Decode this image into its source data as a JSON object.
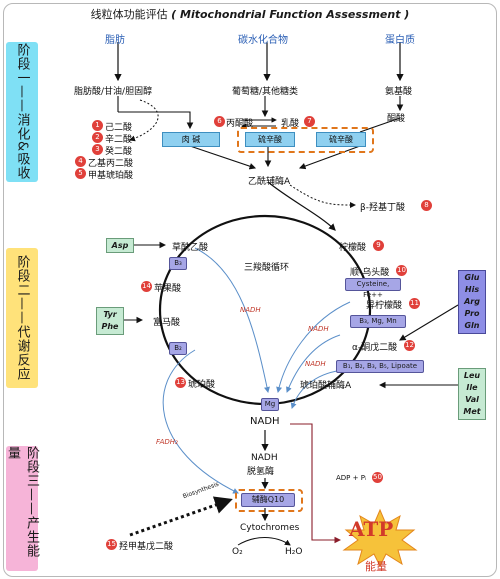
{
  "title": {
    "cn": "线粒体功能评估",
    "en": "( Mitochondrial Function Assessment )"
  },
  "stages": {
    "s1": {
      "label": "阶段一——消化&吸收",
      "color": "#7fe0f5"
    },
    "s2": {
      "label": "阶段二——代谢反应",
      "color": "#ffe27a"
    },
    "s3": {
      "label": "阶段三——产生能量",
      "color": "#f6b4d8"
    }
  },
  "sources": {
    "fat": "脂肪",
    "carb": "碳水化合物",
    "protein": "蛋白质"
  },
  "stage1": {
    "fat_products": "脂肪酸/甘油/胆固醇",
    "carb_products": "葡萄糖/其他糖类",
    "protein_products": "氨基酸",
    "keto_acid": "酮酸",
    "pyruvate": "丙酮酸",
    "lactate": "乳酸",
    "carnitine": "肉 碱",
    "lipoic_1": "硫辛酸",
    "lipoic_2": "硫辛酸",
    "acetyl_coa": "乙酰辅酶A",
    "bhb": "β-羟基丁酸",
    "fatty_markers": [
      {
        "num": "1",
        "name": "己二酸"
      },
      {
        "num": "2",
        "name": "辛二酸"
      },
      {
        "num": "3",
        "name": "癸二酸"
      },
      {
        "num": "4",
        "name": "乙基丙二酸"
      },
      {
        "num": "5",
        "name": "甲基琥珀酸"
      }
    ],
    "num_pyruvate": "6",
    "num_lactate": "7",
    "num_bhb": "8"
  },
  "cycle": {
    "name": "三羧酸循环",
    "oxaloacetate": "草酰乙酸",
    "citrate": "柠檬酸",
    "cis_aconitate": "顺-乌头酸",
    "isocitrate": "异柠檬酸",
    "akg": "α-酮戊二酸",
    "succinyl_coa": "琥珀酸辅酶A",
    "succinate": "琥珀酸",
    "fumarate": "富马酸",
    "malate": "苹果酸",
    "num_citrate": "9",
    "num_cis": "10",
    "num_iso": "11",
    "num_akg": "12",
    "num_succinate": "13",
    "num_malate": "14",
    "nadh_label": "NADH",
    "fadh_label": "FADH₂"
  },
  "cofactors": {
    "b3": "B₃",
    "b2": "B₂",
    "cysteine": "Cysteine, Fe++",
    "b3mgmn": "B₃, Mg, Mn",
    "b1set": "B₁, B₂, B₃, B₅, Lipoate",
    "mg": "Mg"
  },
  "amino": {
    "asp": "Asp",
    "tyrphe": [
      "Tyr",
      "Phe"
    ],
    "glu_group": [
      "Glu",
      "His",
      "Arg",
      "Pro",
      "Gln"
    ],
    "leu_group": [
      "Leu",
      "Ile",
      "Val",
      "Met"
    ]
  },
  "stage3": {
    "nadh": "NADH",
    "nadh_dh": [
      "NADH",
      "脱氢酶"
    ],
    "coq10": "辅酶Q10",
    "cytochromes": "Cytochromes",
    "o2": "O₂",
    "h2o": "H₂O",
    "adp": "ADP + Pᵢ",
    "num_adp": "50",
    "biosynthesis": "Biosynthesis",
    "hmg": "羟甲基戊二酸",
    "num_hmg": "15",
    "atp": "ATP",
    "energy": "能量"
  }
}
